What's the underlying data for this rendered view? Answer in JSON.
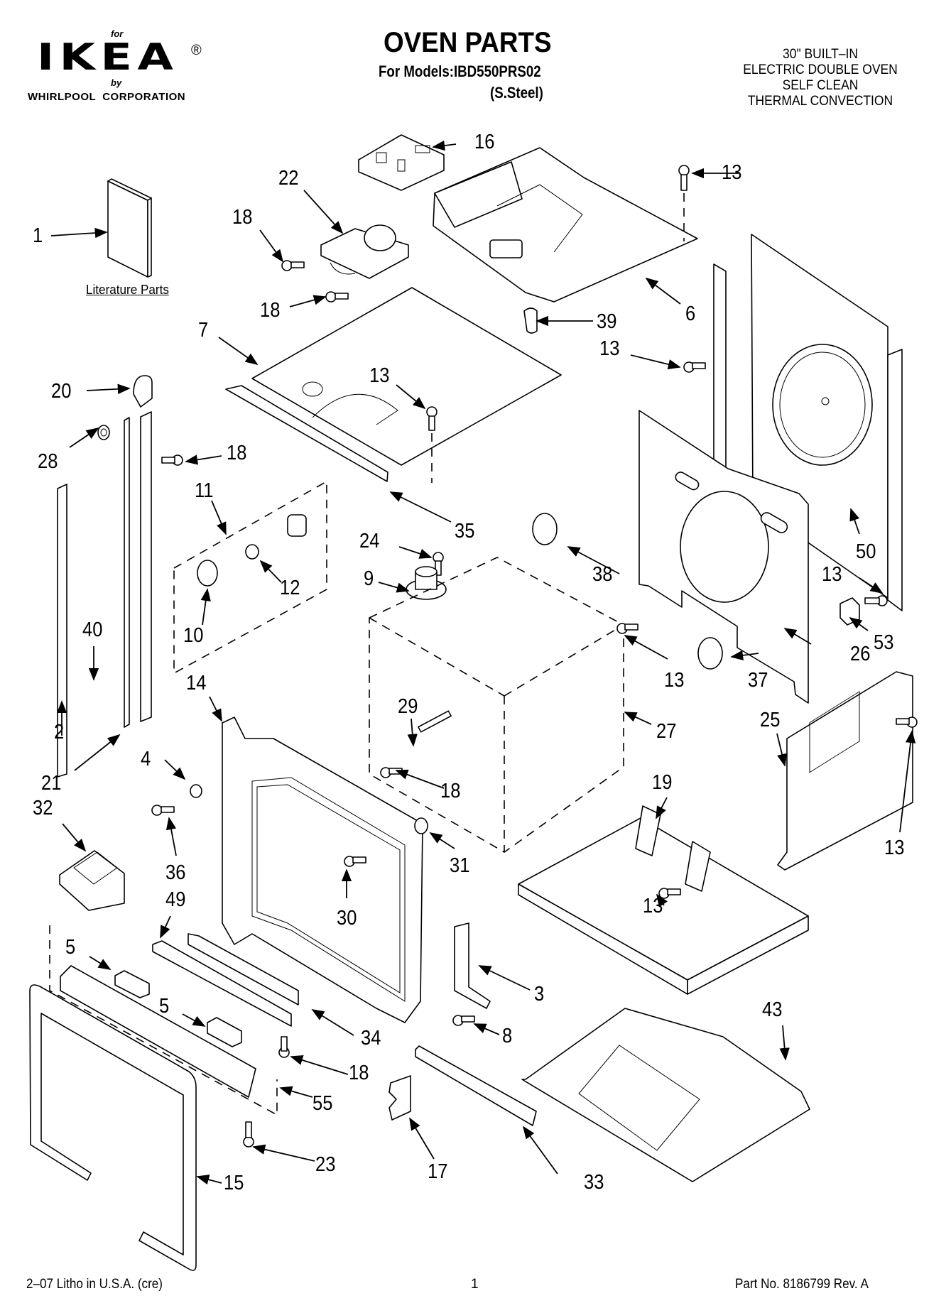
{
  "header": {
    "brand_prefix": "for",
    "brand_name": "IKEA",
    "brand_registered": "®",
    "brand_by": "by",
    "manufacturer": "WHIRLPOOL  CORPORATION",
    "title": "OVEN PARTS",
    "models": "For Models:IBD550PRS02",
    "finish": "(S.Steel)",
    "product_description": [
      "30\" BUILT–IN",
      "ELECTRIC DOUBLE OVEN",
      "SELF CLEAN",
      "THERMAL CONVECTION"
    ]
  },
  "diagram": {
    "literature_label": "Literature Parts",
    "callouts": [
      {
        "id": "c1",
        "label": "1"
      },
      {
        "id": "c16",
        "label": "16"
      },
      {
        "id": "c22",
        "label": "22"
      },
      {
        "id": "c13a",
        "label": "13"
      },
      {
        "id": "c18a",
        "label": "18"
      },
      {
        "id": "c18b",
        "label": "18"
      },
      {
        "id": "c6",
        "label": "6"
      },
      {
        "id": "c39",
        "label": "39"
      },
      {
        "id": "c7",
        "label": "7"
      },
      {
        "id": "c13b",
        "label": "13"
      },
      {
        "id": "c13c",
        "label": "13"
      },
      {
        "id": "c20",
        "label": "20"
      },
      {
        "id": "c28",
        "label": "28"
      },
      {
        "id": "c18c",
        "label": "18"
      },
      {
        "id": "c11",
        "label": "11"
      },
      {
        "id": "c35",
        "label": "35"
      },
      {
        "id": "c24",
        "label": "24"
      },
      {
        "id": "c38",
        "label": "38"
      },
      {
        "id": "c50",
        "label": "50"
      },
      {
        "id": "c9",
        "label": "9"
      },
      {
        "id": "c12",
        "label": "12"
      },
      {
        "id": "c10",
        "label": "10"
      },
      {
        "id": "c40",
        "label": "40"
      },
      {
        "id": "c13d",
        "label": "13"
      },
      {
        "id": "c53",
        "label": "53"
      },
      {
        "id": "c13e",
        "label": "13"
      },
      {
        "id": "c37",
        "label": "37"
      },
      {
        "id": "c26",
        "label": "26"
      },
      {
        "id": "c14",
        "label": "14"
      },
      {
        "id": "c29",
        "label": "29"
      },
      {
        "id": "c27",
        "label": "27"
      },
      {
        "id": "c2",
        "label": "2"
      },
      {
        "id": "c21",
        "label": "21"
      },
      {
        "id": "c4",
        "label": "4"
      },
      {
        "id": "c18d",
        "label": "18"
      },
      {
        "id": "c25",
        "label": "25"
      },
      {
        "id": "c19",
        "label": "19"
      },
      {
        "id": "c32",
        "label": "32"
      },
      {
        "id": "c36",
        "label": "36"
      },
      {
        "id": "c31",
        "label": "31"
      },
      {
        "id": "c13f",
        "label": "13"
      },
      {
        "id": "c49",
        "label": "49"
      },
      {
        "id": "c30",
        "label": "30"
      },
      {
        "id": "c13g",
        "label": "13"
      },
      {
        "id": "c5a",
        "label": "5"
      },
      {
        "id": "c3",
        "label": "3"
      },
      {
        "id": "c5b",
        "label": "5"
      },
      {
        "id": "c34",
        "label": "34"
      },
      {
        "id": "c43",
        "label": "43"
      },
      {
        "id": "c8",
        "label": "8"
      },
      {
        "id": "c18e",
        "label": "18"
      },
      {
        "id": "c55",
        "label": "55"
      },
      {
        "id": "c23",
        "label": "23"
      },
      {
        "id": "c15",
        "label": "15"
      },
      {
        "id": "c17",
        "label": "17"
      },
      {
        "id": "c33",
        "label": "33"
      }
    ]
  },
  "footer": {
    "print_info": "2–07 Litho in U.S.A. (cre)",
    "page_number": "1",
    "part_number": "Part No. 8186799 Rev. A"
  }
}
